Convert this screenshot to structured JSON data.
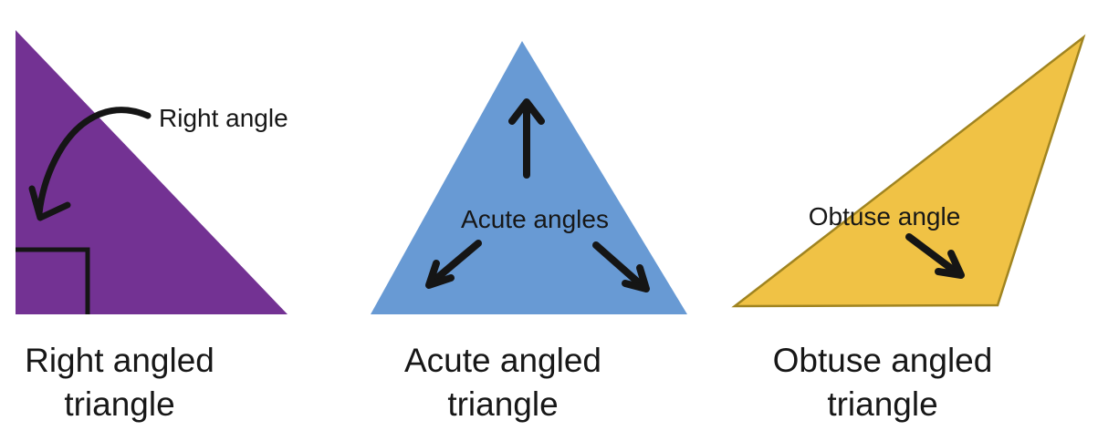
{
  "colors": {
    "background": "#ffffff",
    "ink": "#151515",
    "right_triangle_fill": "#733293",
    "acute_triangle_fill": "#689ad4",
    "obtuse_triangle_fill": "#f0c245",
    "obtuse_triangle_stroke": "#a08420"
  },
  "panels": [
    {
      "name": "right-angled-triangle",
      "label": "Right angle",
      "caption_line1": "Right angled",
      "caption_line2": "triangle"
    },
    {
      "name": "acute-angled-triangle",
      "label": "Acute angles",
      "caption_line1": "Acute angled",
      "caption_line2": "triangle"
    },
    {
      "name": "obtuse-angled-triangle",
      "label": "Obtuse angle",
      "caption_line1": "Obtuse angled",
      "caption_line2": "triangle"
    }
  ]
}
